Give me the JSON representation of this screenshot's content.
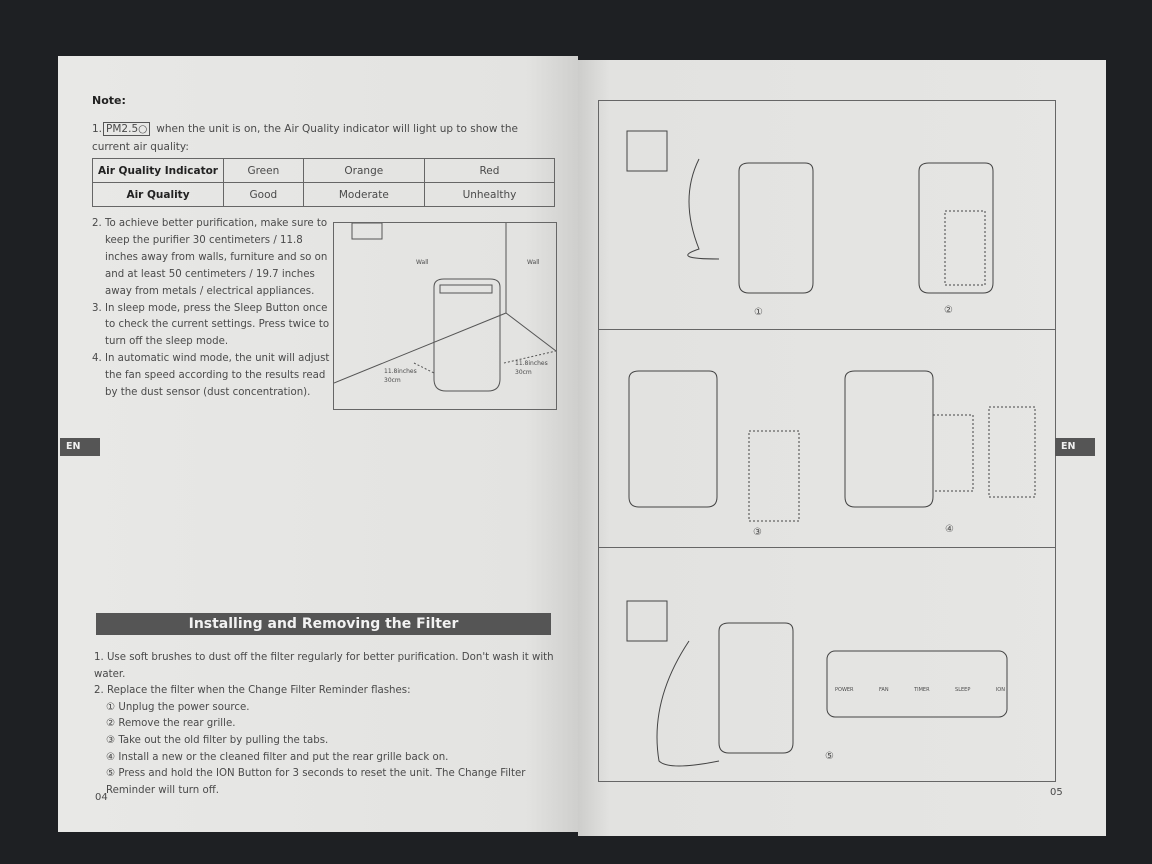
{
  "left_page": {
    "note_label": "Note:",
    "item1_num": "1.",
    "pm_badge": "PM2.5○",
    "item1_text": "when the unit is on, the Air Quality indicator will light up to show the current air quality:",
    "table": {
      "rows": [
        [
          "Air Quality Indicator",
          "Green",
          "Orange",
          "Red"
        ],
        [
          "Air Quality",
          "Good",
          "Moderate",
          "Unhealthy"
        ]
      ]
    },
    "items": [
      "2. To achieve better purification, make sure to keep the purifier 30 centimeters / 11.8 inches away from walls, furniture and so on and at least 50 centimeters / 19.7 inches away from metals / electrical appliances.",
      "3. In sleep mode, press the Sleep Button once to check the current settings. Press twice to turn off the sleep mode.",
      "4. In automatic wind mode, the unit will adjust the fan speed according to the results read by the dust sensor (dust concentration)."
    ],
    "diagram": {
      "wall_left": "Wall",
      "wall_right": "Wall",
      "dist_left": [
        "11.8inches",
        "30cm"
      ],
      "dist_right": [
        "11.8inches",
        "30cm"
      ]
    },
    "section_title": "Installing and Removing the Filter",
    "steps": [
      "1. Use soft brushes to dust off the filter regularly for better purification. Don't wash it with water.",
      "2. Replace the filter when the Change Filter Reminder flashes:"
    ],
    "substeps": [
      "① Unplug the power source.",
      "② Remove the rear grille.",
      "③ Take out the old filter by pulling the tabs.",
      "④ Install a new or the cleaned filter and put the rear grille back on.",
      "⑤ Press and hold the ION Button for 3 seconds to reset the unit. The Change Filter Reminder will turn off."
    ],
    "page_number": "04",
    "lang_tab": "EN"
  },
  "right_page": {
    "figure_labels": [
      "①",
      "②",
      "③",
      "④",
      "⑤"
    ],
    "panel_buttons": [
      "POWER",
      "FAN",
      "TIMER",
      "SLEEP",
      "ION"
    ],
    "page_number": "05",
    "lang_tab": "EN"
  }
}
